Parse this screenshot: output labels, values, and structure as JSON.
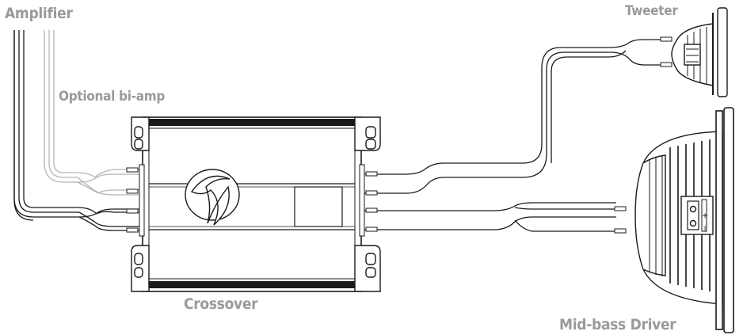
{
  "labels": {
    "amplifier": "Amplifier",
    "optional_biamp": "Optional bi-amp",
    "crossover": "Crossover",
    "tweeter": "Tweeter",
    "midbass": "Mid-bass Driver"
  },
  "terminal_marks": {
    "positive": "+",
    "negative": "−"
  },
  "colors": {
    "label_gray": "#9a9a9a",
    "line_dark": "#1a1a1a",
    "line_light": "#b5b5b5"
  },
  "icons": [
    "crossover-box",
    "tweeter-speaker",
    "midbass-speaker",
    "logo-swoosh"
  ]
}
